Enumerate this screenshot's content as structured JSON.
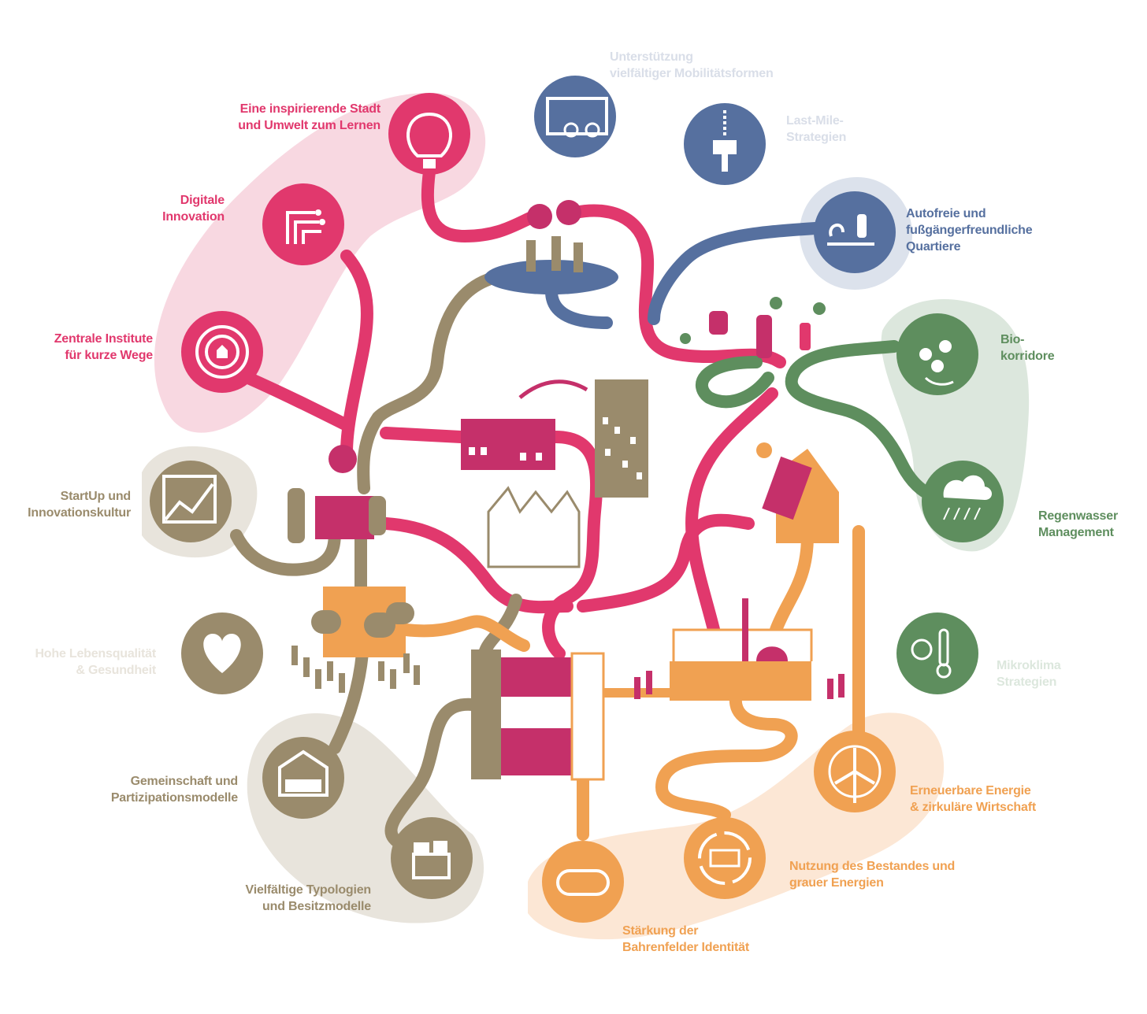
{
  "colors": {
    "pink": "#E1386D",
    "pink_light": "#F8D8E1",
    "blue": "#56709F",
    "blue_light": "#DCE2EC",
    "green": "#5E8E5E",
    "green_light": "#DCE7DD",
    "olive": "#9A8B6C",
    "olive_light": "#E8E4DC",
    "orange": "#F0A152",
    "orange_light": "#FCE7D5",
    "pale_text": "#D9DEE8",
    "magenta": "#C5306A"
  },
  "labels": {
    "inspiring_city": [
      "Eine inspirierende Stadt",
      "und Umwelt zum Lernen"
    ],
    "digital_innovation": [
      "Digitale",
      "Innovation"
    ],
    "central_institutes": [
      "Zentrale Institute",
      "für kurze Wege"
    ],
    "startup": [
      "StartUp und",
      "Innovationskultur"
    ],
    "quality_of_life": [
      "Hohe Lebensqualität",
      "& Gesundheit"
    ],
    "community": [
      "Gemeinschaft und",
      "Partizipationsmodelle"
    ],
    "typologies": [
      "Vielfältige Typologien",
      "und Besitzmodelle"
    ],
    "identity": [
      "Stärkung der",
      "Bahrenfelder Identität"
    ],
    "existing_stock": [
      "Nutzung des Bestandes und",
      "grauer Energien"
    ],
    "renewable_energy": [
      "Erneuerbare Energie",
      "& zirkuläre Wirtschaft"
    ],
    "microclimate": [
      "Mikroklima",
      "Strategien"
    ],
    "rainwater": [
      "Regenwasser",
      "Management"
    ],
    "biocorridors": [
      "Bio-",
      "korridore"
    ],
    "car_free": [
      "Autofreie und",
      "fußgängerfreundliche",
      "Quartiere"
    ],
    "last_mile": [
      "Last-Mile-",
      "Strategien"
    ],
    "mobility": [
      "Unterstützung",
      "vielfältiger Mobilitätsformen"
    ]
  },
  "icons": [
    "lightbulb-icon",
    "circuit-icon",
    "house-target-icon",
    "chart-icon",
    "heart-icon",
    "community-house-icon",
    "typology-blocks-icon",
    "loop-track-icon",
    "recycle-bricks-icon",
    "wind-turbine-icon",
    "sun-thermometer-icon",
    "rain-cloud-icon",
    "tree-arrows-icon",
    "pedestrian-path-icon",
    "last-mile-icon",
    "bike-truck-icon"
  ]
}
